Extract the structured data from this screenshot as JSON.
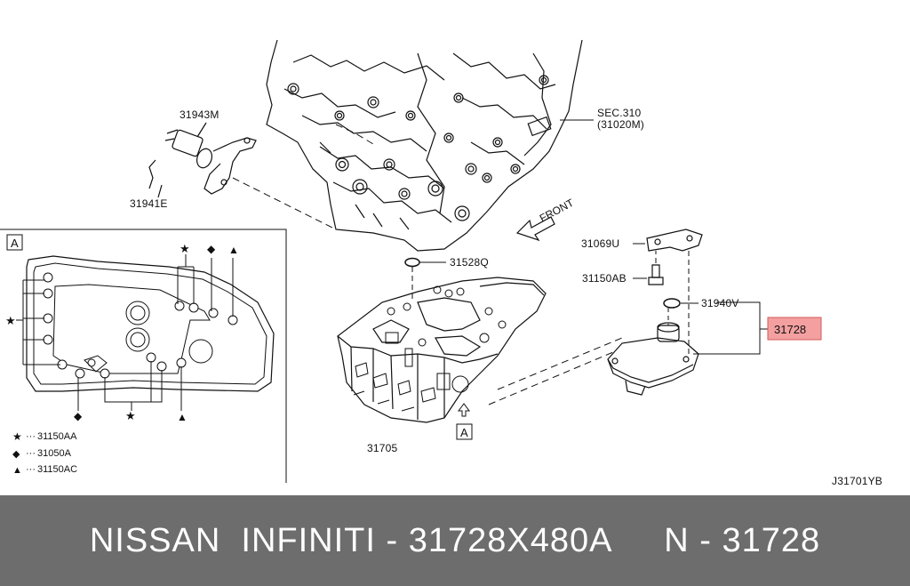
{
  "labels": {
    "p31943M": "31943M",
    "p31941E": "31941E",
    "sec_line1": "SEC.310",
    "sec_line2": "(31020M)",
    "front": "FRONT",
    "p31069U": "31069U",
    "p31150AB": "31150AB",
    "p31528Q": "31528Q",
    "p31940V": "31940V",
    "p31728": "31728",
    "p31705": "31705",
    "view_a": "A",
    "view_a_ref": "A",
    "diagram_code": "J31701YB"
  },
  "legend": [
    {
      "symbol": "★",
      "text": "31150AA"
    },
    {
      "symbol": "◆",
      "text": "31050A"
    },
    {
      "symbol": "▲",
      "text": "31150AC"
    }
  ],
  "colors": {
    "highlight_fill": "#f4a0a0",
    "highlight_stroke": "#d45a5a",
    "footer_bg": "#6d6d6d",
    "footer_text": "#ffffff"
  },
  "footer": {
    "brand": "NISSAN  INFINITI",
    "part_number": "31728X480A",
    "ref": "N - 31728"
  }
}
